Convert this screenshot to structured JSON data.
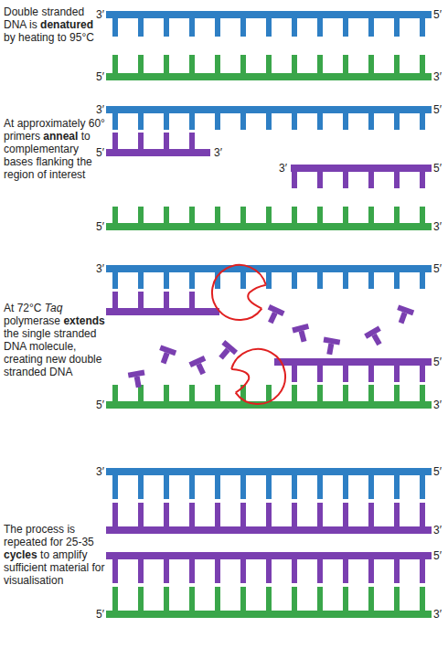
{
  "diagram": {
    "labels": [
      "Double stranded DNA is denatured by heating to 95°C",
      "3′",
      "5′",
      "5′",
      "3′",
      "At approximately 60° primers anneal to complementary bases flanking the region of interest",
      "3′",
      "5′",
      "5′",
      "3′",
      "3′",
      "5′",
      "5′",
      "3′",
      "At 72°C Taq polymerase extends the single stranded DNA molecule, creating new double stranded DNA",
      "3′",
      "5′",
      "5′",
      "5′",
      "3′",
      "The process is repeated for 25-35 cycles to amplify sufficient material for visualisation",
      "3′",
      "5′",
      "3′",
      "5′",
      "5′",
      "3′"
    ]
  }
}
